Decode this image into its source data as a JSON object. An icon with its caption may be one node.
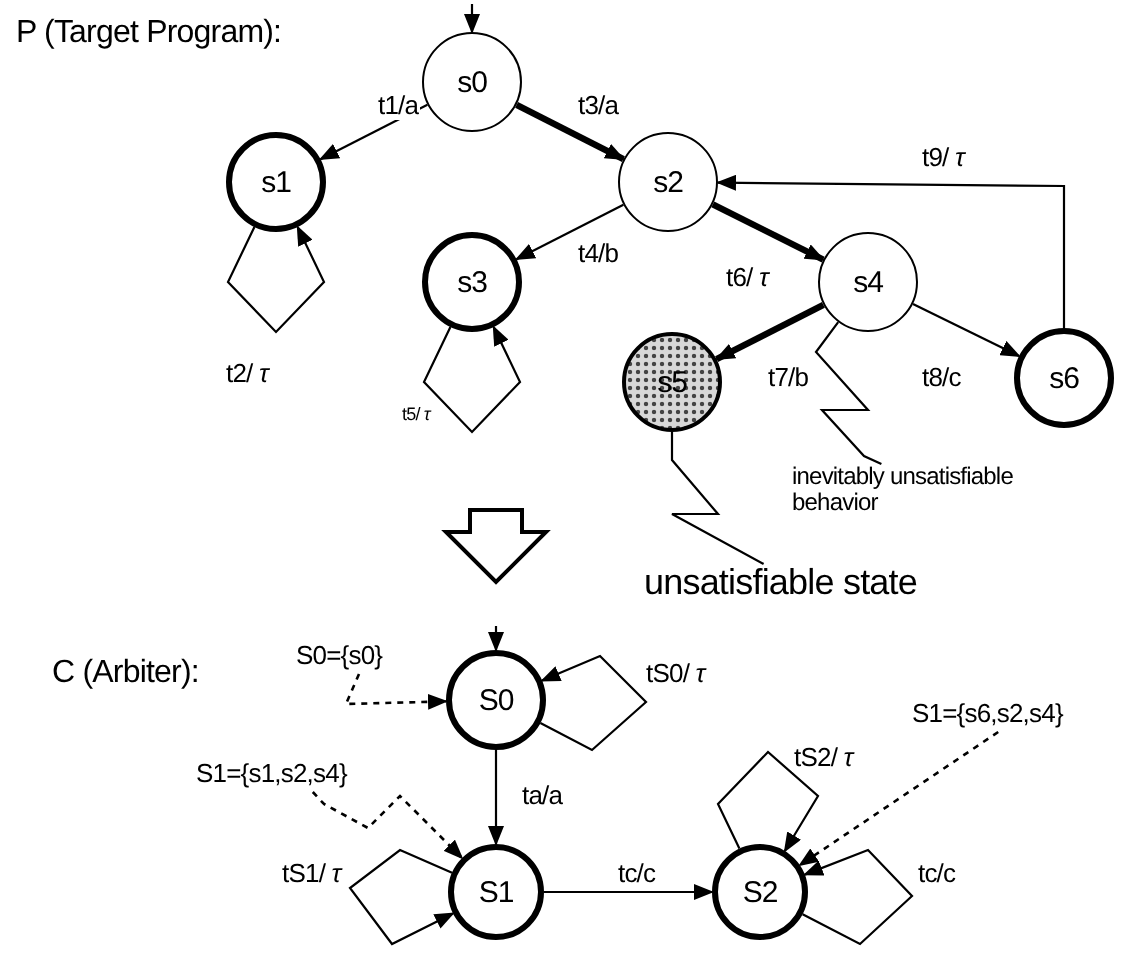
{
  "diagram": {
    "nodes": [
      {
        "text": [
          "s0"
        ]
      },
      {
        "text": [
          "s1"
        ]
      },
      {
        "text": [
          "s2"
        ]
      },
      {
        "text": [
          "s3"
        ]
      },
      {
        "text": [
          "s4"
        ]
      },
      {
        "text": [
          "s5"
        ]
      },
      {
        "text": [
          "s6"
        ]
      },
      {
        "text": [
          "inevitably unsatisfiable behavior"
        ]
      },
      {
        "text": [
          "unsatisfiable state"
        ]
      },
      {
        "text": [
          "S0={s0}"
        ]
      },
      {
        "text": [
          "S0"
        ]
      },
      {
        "text": [
          "S1={s1,s2,s4}"
        ]
      },
      {
        "text": [
          "S1={s6,s2,s4}"
        ]
      },
      {
        "text": [
          "S1"
        ]
      },
      {
        "text": [
          "S2"
        ]
      }
    ],
    "edges": [
      {
        "from": null,
        "to": 0,
        "arrow": "to"
      },
      {
        "from": 0,
        "to": 1,
        "arrow": "to",
        "label": "t1/a"
      },
      {
        "from": 0,
        "to": 2,
        "arrow": "to",
        "label": "t3/a",
        "style": "thick"
      },
      {
        "from": 1,
        "to": 1,
        "arrow": "to",
        "label": "t2/ *τ*"
      },
      {
        "from": 2,
        "to": 3,
        "arrow": "to",
        "label": "t4/b"
      },
      {
        "from": 3,
        "to": 3,
        "arrow": "to",
        "label": "t5/ *τ*"
      },
      {
        "from": 2,
        "to": 4,
        "arrow": "to",
        "label": "t6/ *τ*",
        "style": "thick"
      },
      {
        "from": 4,
        "to": 5,
        "arrow": "to",
        "label": "t7/b",
        "style": "thick"
      },
      {
        "from": 4,
        "to": 6,
        "arrow": "to",
        "label": "t8/c"
      },
      {
        "from": 6,
        "to": 2,
        "arrow": "to",
        "label": "t9/ *τ*"
      },
      {
        "from": 7,
        "to": 4,
        "arrow": "none"
      },
      {
        "from": 8,
        "to": 5,
        "arrow": "none"
      },
      {
        "from": null,
        "to": 10,
        "arrow": "to"
      },
      {
        "from": 9,
        "to": 10,
        "arrow": "to",
        "style": "dashed"
      },
      {
        "from": 10,
        "to": 10,
        "arrow": "to",
        "label": "tS0/ *τ*"
      },
      {
        "from": 10,
        "to": 13,
        "arrow": "to",
        "label": "ta/a"
      },
      {
        "from": 11,
        "to": 13,
        "arrow": "to",
        "style": "dashed"
      },
      {
        "from": 13,
        "to": 13,
        "arrow": "to",
        "label": "tS1/ *τ*"
      },
      {
        "from": 13,
        "to": 14,
        "arrow": "to",
        "label": "tc/c"
      },
      {
        "from": 12,
        "to": 14,
        "arrow": "to",
        "style": "dashed"
      },
      {
        "from": 14,
        "to": 14,
        "arrow": "to",
        "label": "tS2/ *τ*"
      },
      {
        "from": 14,
        "to": 14,
        "arrow": "to",
        "label": "tc/c"
      }
    ],
    "labels": [
      "P (Target Program):",
      "C (Arbiter):"
    ]
  }
}
